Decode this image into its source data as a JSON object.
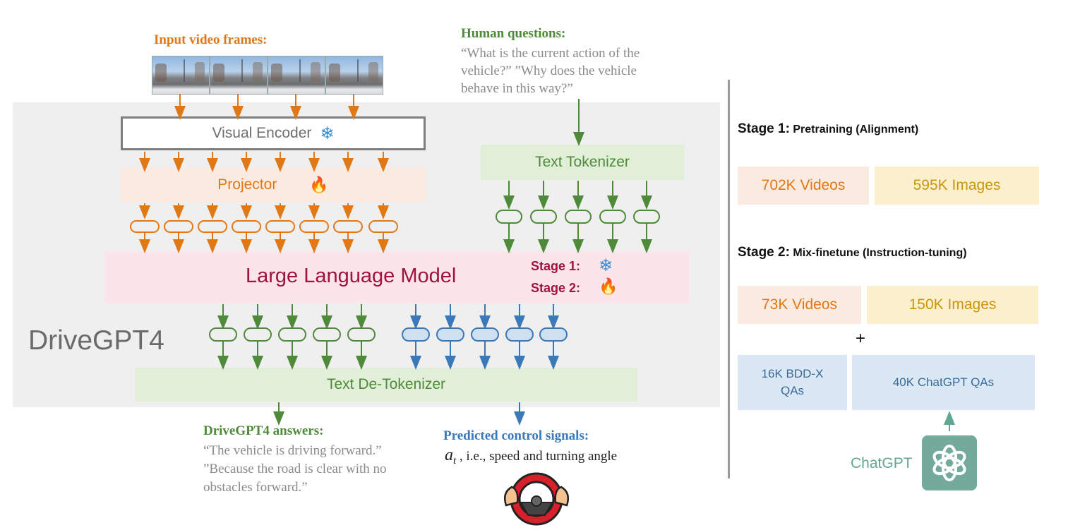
{
  "input_label": "Input video frames:",
  "visual_encoder": "Visual Encoder",
  "projector": "Projector",
  "llm": "Large Language Model",
  "llm_stage1": "Stage 1:",
  "llm_stage2": "Stage 2:",
  "human_title": "Human questions:",
  "human_text": "“What is the current action of the vehicle?” ”Why does the vehicle behave in this way?”",
  "text_tokenizer": "Text Tokenizer",
  "drivegpt4": "DriveGPT4",
  "detokenizer": "Text De-Tokenizer",
  "answers_title": "DriveGPT4 answers:",
  "answers_text": "“The vehicle is driving forward.” ”Because the road is clear with no obstacles forward.”",
  "control_title": "Predicted control signals:",
  "control_symbol": "a",
  "control_sub": "t",
  "control_text": ", i.e., speed and turning angle",
  "stage1": {
    "label": "Stage 1:",
    "desc": "Pretraining (Alignment)",
    "videos": "702K Videos",
    "images": "595K Images"
  },
  "stage2": {
    "label": "Stage 2:",
    "desc": "Mix-finetune (Instruction-tuning)",
    "videos": "73K Videos",
    "images": "150K Images"
  },
  "plus": "+",
  "bddx": "16K BDD-X QAs",
  "chatgpt_qas": "40K ChatGPT QAs",
  "chatgpt": "ChatGPT",
  "colors": {
    "orange": "#e07818",
    "green": "#4e8a3a",
    "blue": "#3a78b8",
    "llm_text": "#a0123f",
    "video_box": "#faeadf",
    "image_box": "#fcf0cc",
    "qa_box": "#d9e8f4",
    "chatgpt": "#5fa893"
  }
}
